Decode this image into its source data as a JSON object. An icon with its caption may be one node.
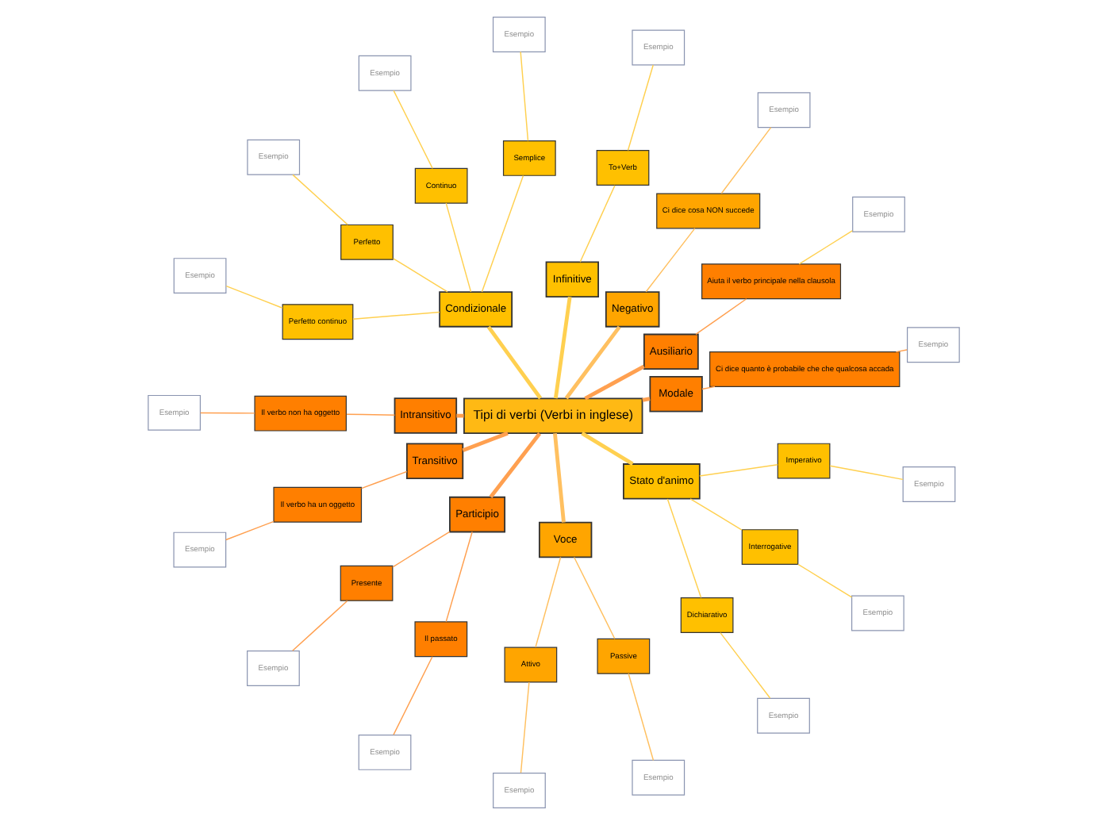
{
  "diagram": {
    "nodes": [
      {
        "text": [
          "Tipi di verbi (Verbi in inglese)"
        ]
      },
      {
        "text": [
          "Modale"
        ]
      },
      {
        "text": [
          "Ci dice quanto è probabile che che qualcosa accada"
        ]
      },
      {
        "text": [
          "Esempio"
        ]
      },
      {
        "text": [
          "Ausiliario"
        ]
      },
      {
        "text": [
          "Aiuta il verbo principale nella clausola"
        ]
      },
      {
        "text": [
          "Esempio"
        ]
      },
      {
        "text": [
          "Negativo"
        ]
      },
      {
        "text": [
          "Ci dice cosa NON succede"
        ]
      },
      {
        "text": [
          "Esempio"
        ]
      },
      {
        "text": [
          "Infinitive"
        ]
      },
      {
        "text": [
          "To+Verb"
        ]
      },
      {
        "text": [
          "Esempio"
        ]
      },
      {
        "text": [
          "Condizionale"
        ]
      },
      {
        "text": [
          "Semplice"
        ]
      },
      {
        "text": [
          "Esempio"
        ]
      },
      {
        "text": [
          "Continuo"
        ]
      },
      {
        "text": [
          "Esempio"
        ]
      },
      {
        "text": [
          "Perfetto"
        ]
      },
      {
        "text": [
          "Esempio"
        ]
      },
      {
        "text": [
          "Perfetto continuo"
        ]
      },
      {
        "text": [
          "Esempio"
        ]
      },
      {
        "text": [
          "Intransitivo"
        ]
      },
      {
        "text": [
          "Il verbo non ha oggetto"
        ]
      },
      {
        "text": [
          "Esempio"
        ]
      },
      {
        "text": [
          "Transitivo"
        ]
      },
      {
        "text": [
          "Il verbo ha un oggetto"
        ]
      },
      {
        "text": [
          "Esempio"
        ]
      },
      {
        "text": [
          "Participio"
        ]
      },
      {
        "text": [
          "Presente"
        ]
      },
      {
        "text": [
          "Esempio"
        ]
      },
      {
        "text": [
          "Il passato"
        ]
      },
      {
        "text": [
          "Esempio"
        ]
      },
      {
        "text": [
          "Voce"
        ]
      },
      {
        "text": [
          "Attivo"
        ]
      },
      {
        "text": [
          "Esempio"
        ]
      },
      {
        "text": [
          "Passive"
        ]
      },
      {
        "text": [
          "Esempio"
        ]
      },
      {
        "text": [
          "Stato d'animo"
        ]
      },
      {
        "text": [
          "Dichiarativo"
        ]
      },
      {
        "text": [
          "Esempio"
        ]
      },
      {
        "text": [
          "Interrogative"
        ]
      },
      {
        "text": [
          "Esempio"
        ]
      },
      {
        "text": [
          "Imperativo"
        ]
      },
      {
        "text": [
          "Esempio"
        ]
      }
    ],
    "edges": [
      {
        "from": 0,
        "to": 1,
        "arrow": "none",
        "style": "thick"
      },
      {
        "from": 1,
        "to": 2,
        "arrow": "none"
      },
      {
        "from": 2,
        "to": 3,
        "arrow": "none"
      },
      {
        "from": 0,
        "to": 4,
        "arrow": "none",
        "style": "thick"
      },
      {
        "from": 4,
        "to": 5,
        "arrow": "none"
      },
      {
        "from": 5,
        "to": 6,
        "arrow": "none"
      },
      {
        "from": 0,
        "to": 7,
        "arrow": "none",
        "style": "thick"
      },
      {
        "from": 7,
        "to": 8,
        "arrow": "none"
      },
      {
        "from": 8,
        "to": 9,
        "arrow": "none"
      },
      {
        "from": 0,
        "to": 10,
        "arrow": "none",
        "style": "thick"
      },
      {
        "from": 10,
        "to": 11,
        "arrow": "none"
      },
      {
        "from": 11,
        "to": 12,
        "arrow": "none"
      },
      {
        "from": 0,
        "to": 13,
        "arrow": "none",
        "style": "thick"
      },
      {
        "from": 13,
        "to": 14,
        "arrow": "none"
      },
      {
        "from": 14,
        "to": 15,
        "arrow": "none"
      },
      {
        "from": 13,
        "to": 16,
        "arrow": "none"
      },
      {
        "from": 16,
        "to": 17,
        "arrow": "none"
      },
      {
        "from": 13,
        "to": 18,
        "arrow": "none"
      },
      {
        "from": 18,
        "to": 19,
        "arrow": "none"
      },
      {
        "from": 13,
        "to": 20,
        "arrow": "none"
      },
      {
        "from": 20,
        "to": 21,
        "arrow": "none"
      },
      {
        "from": 0,
        "to": 22,
        "arrow": "none",
        "style": "thick"
      },
      {
        "from": 22,
        "to": 23,
        "arrow": "none"
      },
      {
        "from": 23,
        "to": 24,
        "arrow": "none"
      },
      {
        "from": 0,
        "to": 25,
        "arrow": "none",
        "style": "thick"
      },
      {
        "from": 25,
        "to": 26,
        "arrow": "none"
      },
      {
        "from": 26,
        "to": 27,
        "arrow": "none"
      },
      {
        "from": 0,
        "to": 28,
        "arrow": "none",
        "style": "thick"
      },
      {
        "from": 28,
        "to": 29,
        "arrow": "none"
      },
      {
        "from": 29,
        "to": 30,
        "arrow": "none"
      },
      {
        "from": 28,
        "to": 31,
        "arrow": "none"
      },
      {
        "from": 31,
        "to": 32,
        "arrow": "none"
      },
      {
        "from": 0,
        "to": 33,
        "arrow": "none",
        "style": "thick"
      },
      {
        "from": 33,
        "to": 34,
        "arrow": "none"
      },
      {
        "from": 34,
        "to": 35,
        "arrow": "none"
      },
      {
        "from": 33,
        "to": 36,
        "arrow": "none"
      },
      {
        "from": 36,
        "to": 37,
        "arrow": "none"
      },
      {
        "from": 0,
        "to": 38,
        "arrow": "none",
        "style": "thick"
      },
      {
        "from": 38,
        "to": 39,
        "arrow": "none"
      },
      {
        "from": 39,
        "to": 40,
        "arrow": "none"
      },
      {
        "from": 38,
        "to": 41,
        "arrow": "none"
      },
      {
        "from": 41,
        "to": 42,
        "arrow": "none"
      },
      {
        "from": 38,
        "to": 43,
        "arrow": "none"
      },
      {
        "from": 43,
        "to": 44,
        "arrow": "none"
      }
    ]
  }
}
